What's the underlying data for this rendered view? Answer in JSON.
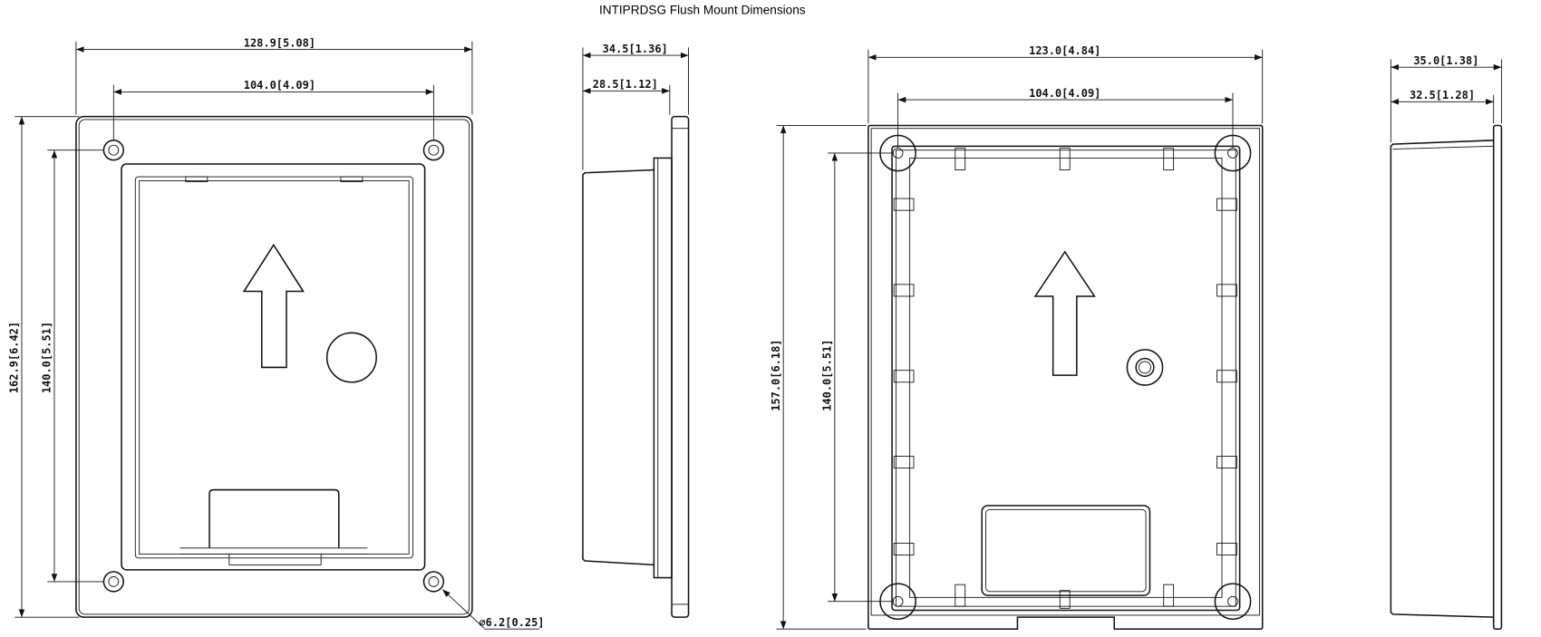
{
  "title": "INTIPRDSG Flush Mount Dimensions",
  "front_view": {
    "overall_width": "128.9[5.08]",
    "hole_spacing_width": "104.0[4.09]",
    "overall_height": "162.9[6.42]",
    "hole_spacing_height": "140.0[5.51]",
    "hole_diameter": "⌀6.2[0.25]"
  },
  "side_view": {
    "overall_depth": "34.5[1.36]",
    "body_depth": "28.5[1.12]"
  },
  "back_box_view": {
    "overall_width": "123.0[4.84]",
    "hole_spacing_width": "104.0[4.09]",
    "overall_height": "157.0[6.18]",
    "hole_spacing_height": "140.0[5.51]"
  },
  "back_box_side_view": {
    "overall_depth": "35.0[1.38]",
    "body_depth": "32.5[1.28]"
  }
}
